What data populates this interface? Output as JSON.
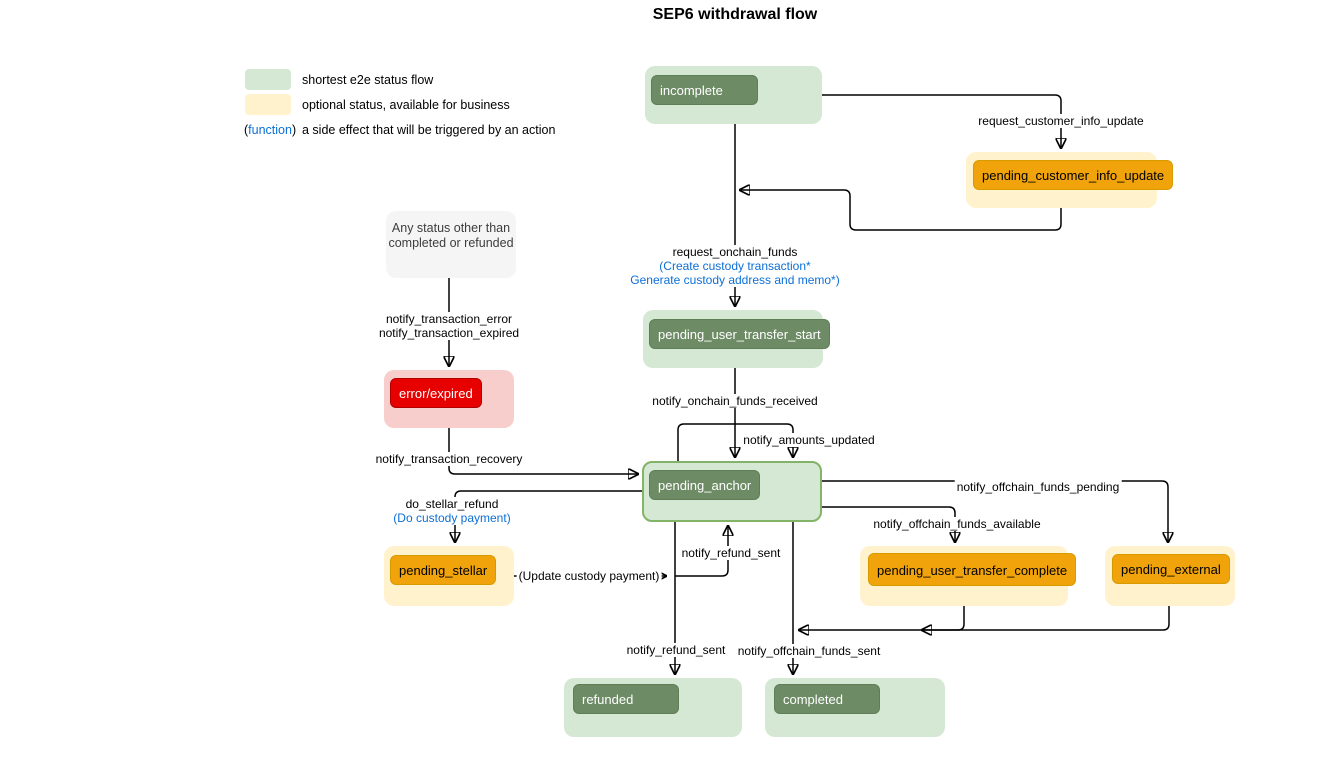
{
  "title": "SEP6 withdrawal flow",
  "legend": {
    "green_label": "shortest e2e status flow",
    "yellow_label": "optional status, available for business",
    "function_open": "(",
    "function_word": "function",
    "function_close": ")",
    "function_label": "a side effect that will be triggered by an action"
  },
  "colors": {
    "flow_green_bg": "#d5e8d4",
    "flow_green_chip": "#6d8b64",
    "green_chip_border": "#5f7d57",
    "anchor_border": "#82b366",
    "optional_yellow_bg": "#fff2cc",
    "optional_orange_chip": "#f0a30a",
    "orange_chip_border": "#d79b00",
    "error_pink_bg": "#f8cecc",
    "error_red_chip": "#e60000",
    "red_chip_border": "#b20000",
    "note_gray_bg": "#f5f5f5",
    "note_text": "#3d3d3d",
    "function_blue": "#0d6fd6"
  },
  "nodes": {
    "incomplete": {
      "label": "incomplete"
    },
    "pending_customer_info_update": {
      "label": "pending_customer_info_update"
    },
    "pending_user_transfer_start": {
      "label": "pending_user_transfer_start"
    },
    "pending_anchor": {
      "label": "pending_anchor"
    },
    "error_expired": {
      "label": "error/expired"
    },
    "pending_stellar": {
      "label": "pending_stellar"
    },
    "pending_user_transfer_complete": {
      "label": "pending_user_transfer_complete"
    },
    "pending_external": {
      "label": "pending_external"
    },
    "refunded": {
      "label": "refunded"
    },
    "completed": {
      "label": "completed"
    },
    "note_any_status": {
      "line1": "Any status other than",
      "line2": "completed or refunded"
    }
  },
  "edge_labels": {
    "request_customer_info_update": "request_customer_info_update",
    "request_onchain_funds": "request_onchain_funds",
    "request_onchain_funds_fn1": "(Create custody transaction*",
    "request_onchain_funds_fn2": "Generate custody address and memo*)",
    "notify_onchain_funds_received": "notify_onchain_funds_received",
    "notify_amounts_updated": "notify_amounts_updated",
    "notify_transaction_error": "notify_transaction_error",
    "notify_transaction_expired": "notify_transaction_expired",
    "notify_transaction_recovery": "notify_transaction_recovery",
    "do_stellar_refund": "do_stellar_refund",
    "do_stellar_refund_fn": "(Do custody payment)",
    "update_custody_payment_fn": "(Update custody payment)",
    "notify_refund_sent_to_anchor": "notify_refund_sent",
    "notify_refund_sent_to_refunded": "notify_refund_sent",
    "notify_offchain_funds_sent": "notify_offchain_funds_sent",
    "notify_offchain_funds_pending": "notify_offchain_funds_pending",
    "notify_offchain_funds_available": "notify_offchain_funds_available"
  }
}
